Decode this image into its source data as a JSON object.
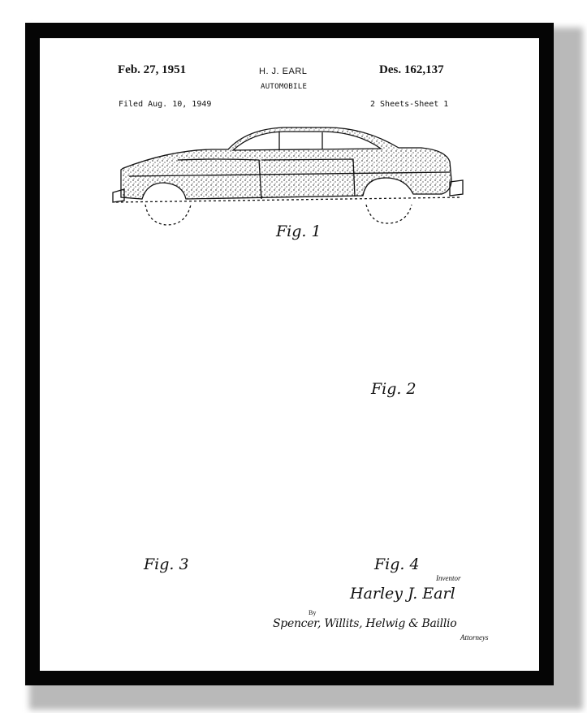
{
  "patent": {
    "date": "Feb. 27, 1951",
    "inventor_header": "H. J. EARL",
    "title": "AUTOMOBILE",
    "design_number": "Des. 162,137",
    "filed": "Filed Aug. 10, 1949",
    "sheets": "2 Sheets-Sheet 1"
  },
  "figures": {
    "fig1": "Fig. 1",
    "fig2": "Fig. 2",
    "fig3": "Fig. 3",
    "fig4": "Fig. 4"
  },
  "signature": {
    "inventor_label": "Inventor",
    "inventor_name": "Harley J. Earl",
    "by": "By",
    "attorneys_name": "Spencer, Willits, Helwig & Baillio",
    "attorneys_label": "Attorneys"
  },
  "colors": {
    "frame": "#050505",
    "paper": "#ffffff",
    "ink": "#111111"
  }
}
